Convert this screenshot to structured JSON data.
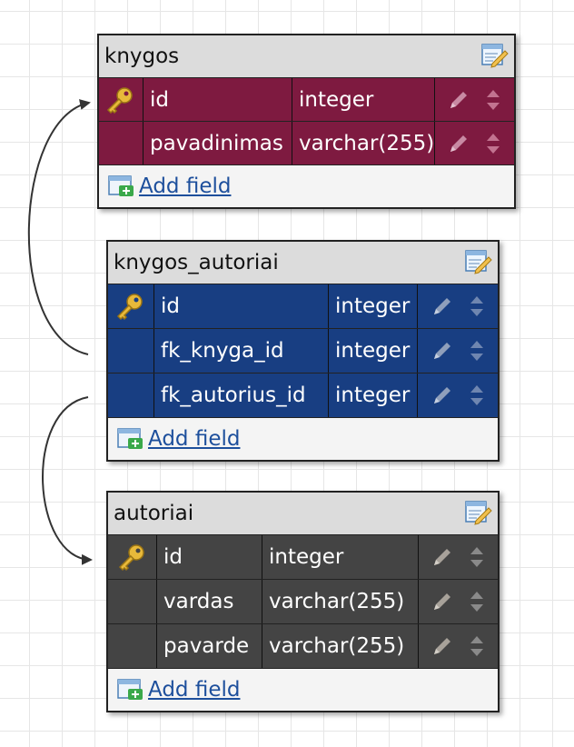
{
  "tables": [
    {
      "title": "knygos",
      "color": "#7e1a40",
      "fields": [
        {
          "name": "id",
          "type": "integer",
          "primary_key": true
        },
        {
          "name": "pavadinimas",
          "type": "varchar(255)",
          "primary_key": false
        }
      ],
      "add_field_label": "Add field"
    },
    {
      "title": "knygos_autoriai",
      "color": "#183e82",
      "fields": [
        {
          "name": "id",
          "type": "integer",
          "primary_key": true
        },
        {
          "name": "fk_knyga_id",
          "type": "integer",
          "primary_key": false
        },
        {
          "name": "fk_autorius_id",
          "type": "integer",
          "primary_key": false
        }
      ],
      "add_field_label": "Add field"
    },
    {
      "title": "autoriai",
      "color": "#444444",
      "fields": [
        {
          "name": "id",
          "type": "integer",
          "primary_key": true
        },
        {
          "name": "vardas",
          "type": "varchar(255)",
          "primary_key": false
        },
        {
          "name": "pavarde",
          "type": "varchar(255)",
          "primary_key": false
        }
      ],
      "add_field_label": "Add field"
    }
  ],
  "icons": {
    "primary_key": "key-icon",
    "edit_table": "edit-table-icon",
    "edit_field": "pencil-icon",
    "reorder": "reorder-arrows-icon",
    "add_field": "add-field-icon"
  }
}
